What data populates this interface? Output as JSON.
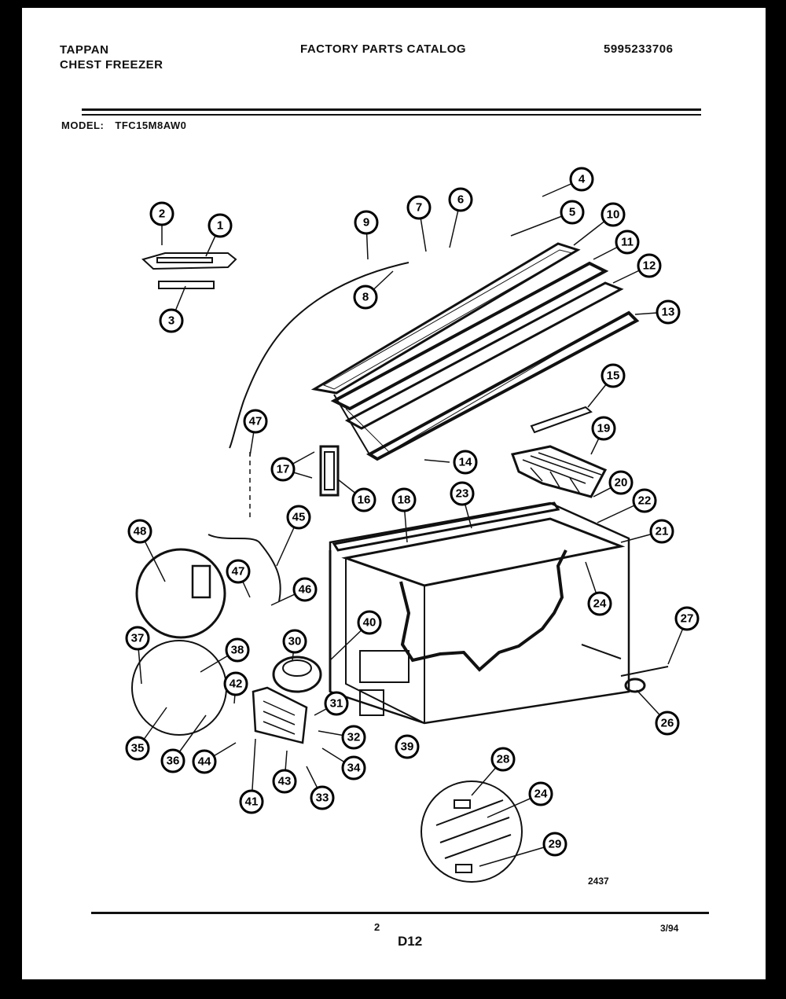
{
  "header": {
    "brand": "TAPPAN",
    "product": "CHEST FREEZER",
    "catalog_title": "FACTORY PARTS CATALOG",
    "catalog_number": "5995233706"
  },
  "model": {
    "label": "MODEL:",
    "number": "TFC15M8AW0"
  },
  "callout_labels": [
    "1",
    "2",
    "3",
    "4",
    "5",
    "6",
    "7",
    "8",
    "9",
    "10",
    "11",
    "12",
    "13",
    "14",
    "15",
    "16",
    "17",
    "18",
    "19",
    "20",
    "21",
    "22",
    "23",
    "24",
    "24",
    "26",
    "27",
    "28",
    "29",
    "30",
    "31",
    "32",
    "33",
    "34",
    "35",
    "36",
    "37",
    "38",
    "39",
    "40",
    "41",
    "42",
    "43",
    "44",
    "45",
    "46",
    "47",
    "47",
    "48"
  ],
  "footer": {
    "drawing_number": "2437",
    "page_number": "2",
    "section": "D12",
    "date": "3/94"
  }
}
